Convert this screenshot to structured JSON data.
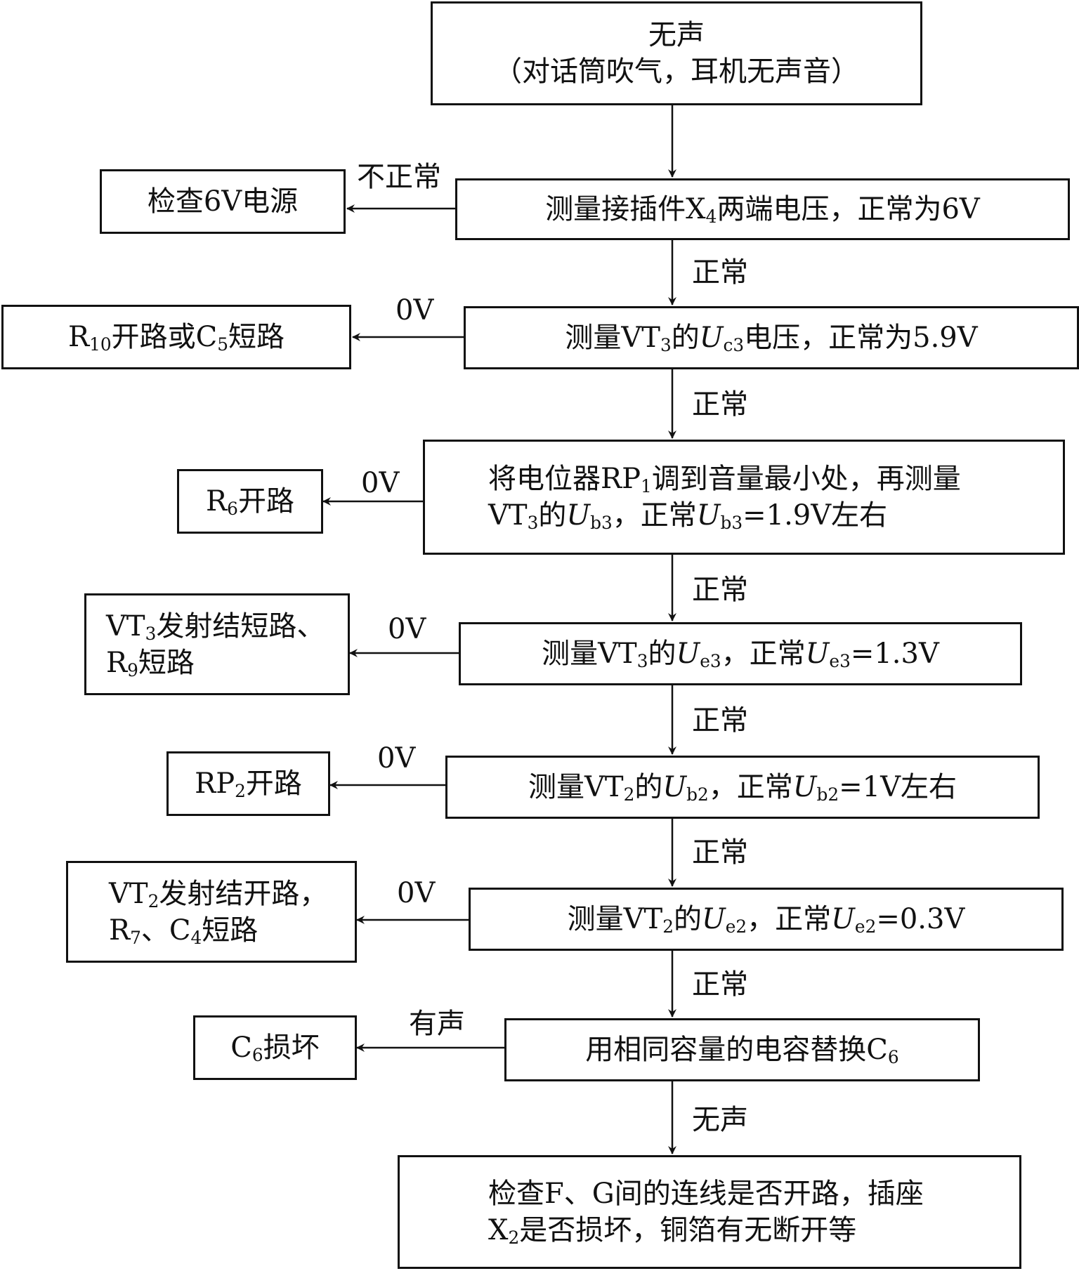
{
  "flow": {
    "start": {
      "title": "无声",
      "subtitle": "（对话筒吹气，耳机无声音）"
    },
    "steps": [
      {
        "main": {
          "pre": "测量接插件X",
          "sub": "4",
          "post": "两端电压，正常为6V"
        },
        "branch_label": "不正常",
        "fault": {
          "text": "检查6V电源"
        },
        "next_label": "正常"
      },
      {
        "main": {
          "a": "测量VT",
          "s1": "3",
          "b": "的",
          "v": "U",
          "s2": "c3",
          "c": "电压，正常为5.9V"
        },
        "branch_label": "0V",
        "fault": {
          "a": "R",
          "s1": "10",
          "b": "开路或C",
          "s2": "5",
          "c": "短路"
        },
        "next_label": "正常"
      },
      {
        "main": {
          "l1a": "将电位器RP",
          "l1s": "1",
          "l1b": "调到音量最小处，再测量",
          "l2a": "VT",
          "l2s1": "3",
          "l2b": "的",
          "l2v1": "U",
          "l2s2": "b3",
          "l2c": "，正常",
          "l2v2": "U",
          "l2s3": "b3",
          "l2d": "=1.9V左右"
        },
        "branch_label": "0V",
        "fault": {
          "a": "R",
          "s1": "6",
          "b": "开路"
        },
        "next_label": "正常"
      },
      {
        "main": {
          "a": "测量VT",
          "s1": "3",
          "b": "的",
          "v1": "U",
          "s2": "e3",
          "c": "，正常",
          "v2": "U",
          "s3": "e3",
          "d": "=1.3V"
        },
        "branch_label": "0V",
        "fault": {
          "l1a": "VT",
          "l1s": "3",
          "l1b": "发射结短路、",
          "l2a": "R",
          "l2s": "9",
          "l2b": "短路"
        },
        "next_label": "正常"
      },
      {
        "main": {
          "a": "测量VT",
          "s1": "2",
          "b": "的",
          "v1": "U",
          "s2": "b2",
          "c": "，正常",
          "v2": "U",
          "s3": "b2",
          "d": "=1V左右"
        },
        "branch_label": "0V",
        "fault": {
          "a": "RP",
          "s1": "2",
          "b": "开路"
        },
        "next_label": "正常"
      },
      {
        "main": {
          "a": "测量VT",
          "s1": "2",
          "b": "的",
          "v1": "U",
          "s2": "e2",
          "c": "，正常",
          "v2": "U",
          "s3": "e2",
          "d": "=0.3V"
        },
        "branch_label": "0V",
        "fault": {
          "l1a": "VT",
          "l1s": "2",
          "l1b": "发射结开路，",
          "l2a": "R",
          "l2s1": "7",
          "l2b": "、C",
          "l2s2": "4",
          "l2c": "短路"
        },
        "next_label": "正常"
      },
      {
        "main": {
          "a": "用相同容量的电容替换C",
          "s1": "6"
        },
        "branch_label": "有声",
        "fault": {
          "a": "C",
          "s1": "6",
          "b": "损坏"
        },
        "next_label": "无声"
      }
    ],
    "end": {
      "l1": "检查F、G间的连线是否开路，插座",
      "l2a": "X",
      "l2s": "2",
      "l2b": "是否损坏，铜箔有无断开等"
    }
  }
}
